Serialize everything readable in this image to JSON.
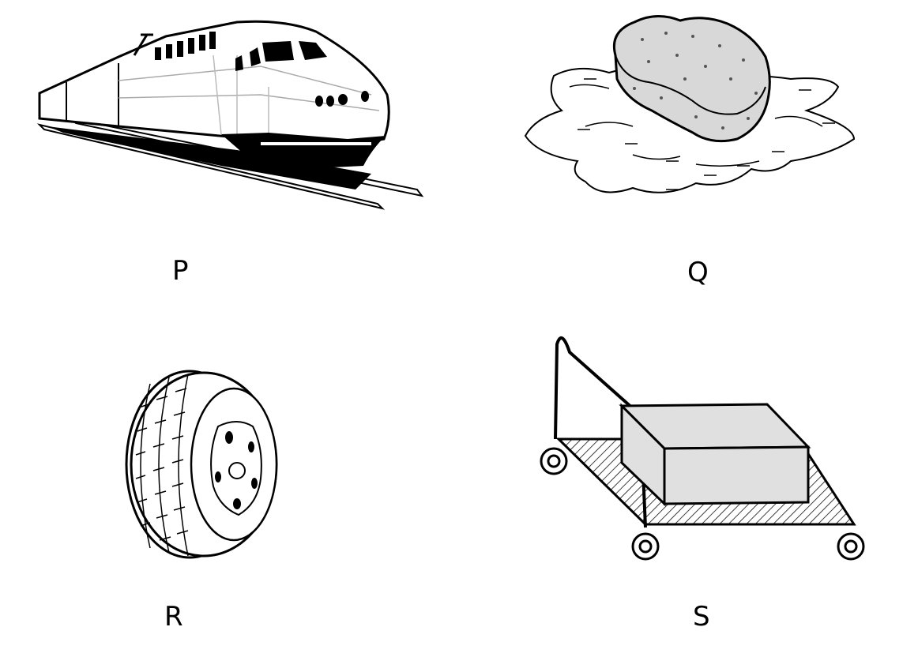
{
  "panels": [
    {
      "id": "P",
      "label": "P",
      "icon": "train-icon"
    },
    {
      "id": "Q",
      "label": "Q",
      "icon": "sponge-in-water-icon"
    },
    {
      "id": "R",
      "label": "R",
      "icon": "tyre-icon"
    },
    {
      "id": "S",
      "label": "S",
      "icon": "trolley-with-box-icon"
    }
  ]
}
